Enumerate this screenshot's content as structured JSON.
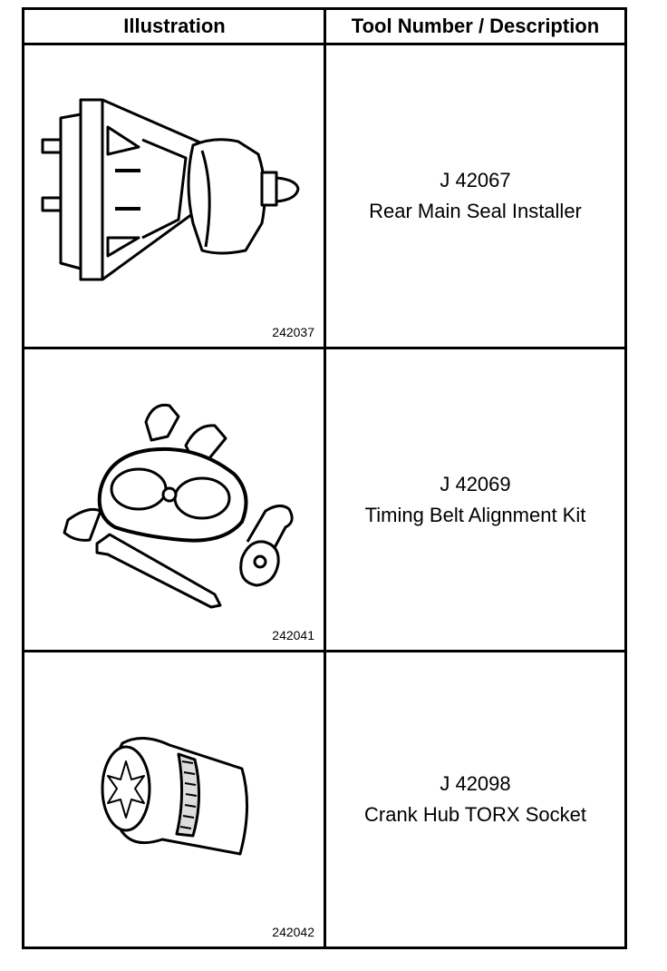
{
  "header": {
    "illustration": "Illustration",
    "description": "Tool Number / Description"
  },
  "tools": [
    {
      "figure_number": "242037",
      "tool_number": "J 42067",
      "description": "Rear Main Seal Installer",
      "icon": "seal-installer-icon"
    },
    {
      "figure_number": "242041",
      "tool_number": "J 42069",
      "description": "Timing Belt Alignment Kit",
      "icon": "alignment-kit-icon"
    },
    {
      "figure_number": "242042",
      "tool_number": "J 42098",
      "description": "Crank Hub TORX Socket",
      "icon": "torx-socket-icon"
    }
  ]
}
